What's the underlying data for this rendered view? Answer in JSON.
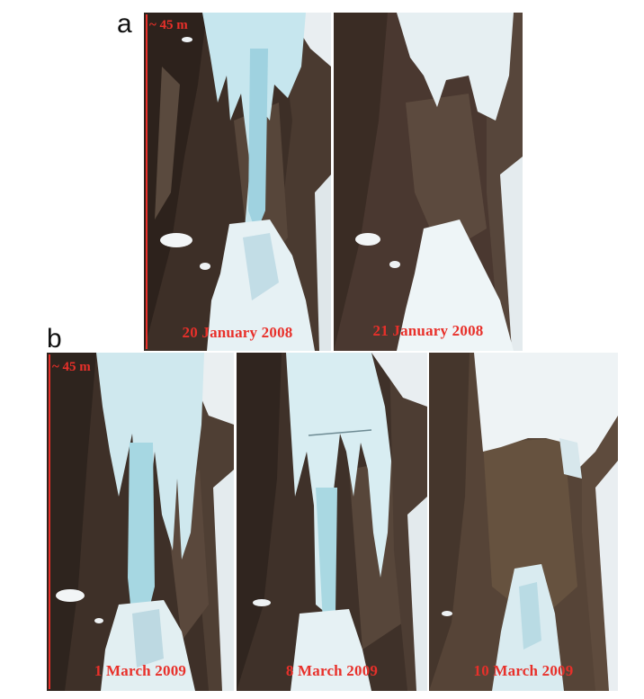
{
  "figure": {
    "panel_a_label": "a",
    "panel_b_label": "b",
    "scale_label_a": "~ 45 m",
    "scale_label_b": "~ 45 m",
    "annotation_color": "#e8302a"
  },
  "photos": [
    {
      "id": "a1",
      "caption": "20 January 2008"
    },
    {
      "id": "a2",
      "caption": "21 January 2008"
    },
    {
      "id": "b1",
      "caption": "1 March 2009"
    },
    {
      "id": "b2",
      "caption": "8 March 2009"
    },
    {
      "id": "b3",
      "caption": "10 March 2009"
    }
  ]
}
